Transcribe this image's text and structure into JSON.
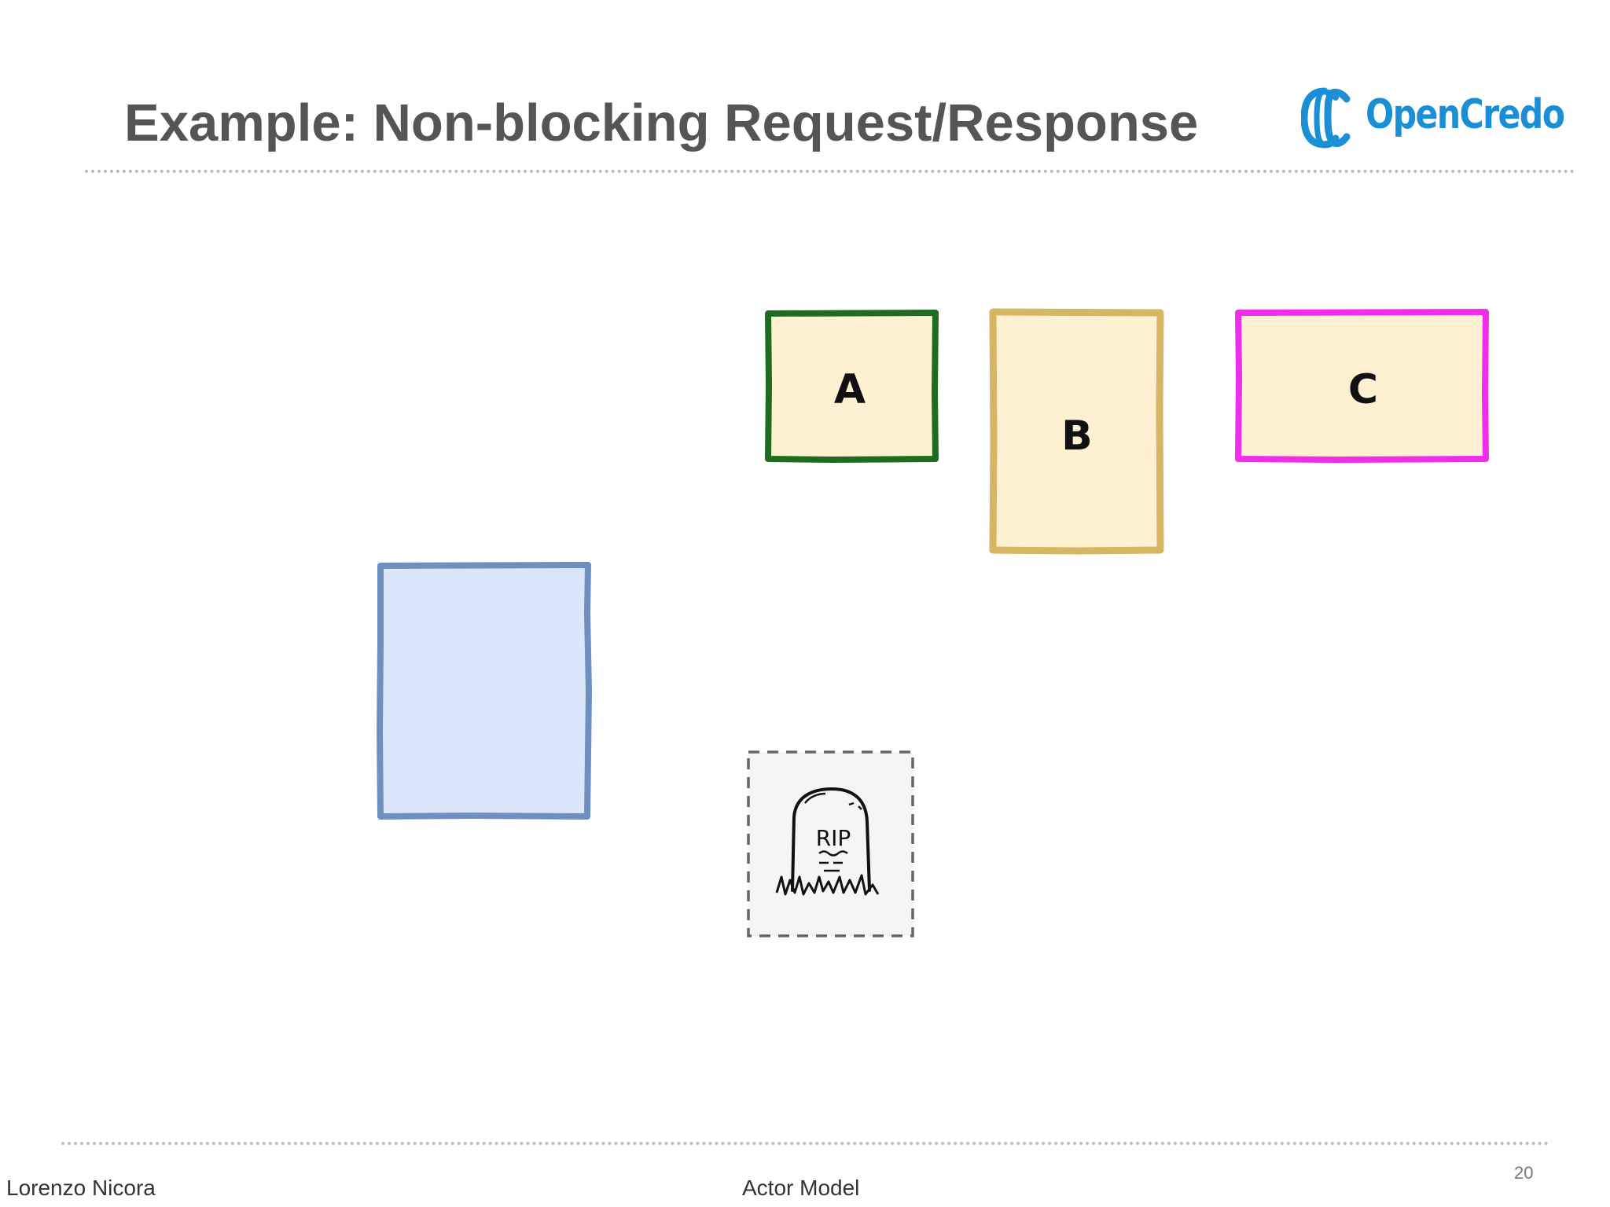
{
  "slide": {
    "title": "Example: Non-blocking Request/Response",
    "logo": {
      "icon": "opencredo-logo-icon",
      "text": "OpenCredo",
      "color": "#1a8fd6"
    },
    "footer": {
      "author": "Lorenzo Nicora",
      "topic": "Actor Model",
      "page_number": "20"
    }
  },
  "diagram": {
    "actors": [
      {
        "id": "client",
        "label": "",
        "fill": "#dce6fa",
        "stroke": "#6f8fc2"
      },
      {
        "id": "a",
        "label": "A",
        "fill": "#fdf1d2",
        "stroke": "#1f6b1f"
      },
      {
        "id": "b",
        "label": "B",
        "fill": "#fdf1d2",
        "stroke": "#d6b662"
      },
      {
        "id": "c",
        "label": "C",
        "fill": "#fdf1d2",
        "stroke": "#ee2ee8"
      }
    ],
    "terminated": {
      "icon": "tombstone-icon",
      "text": "RIP"
    }
  }
}
